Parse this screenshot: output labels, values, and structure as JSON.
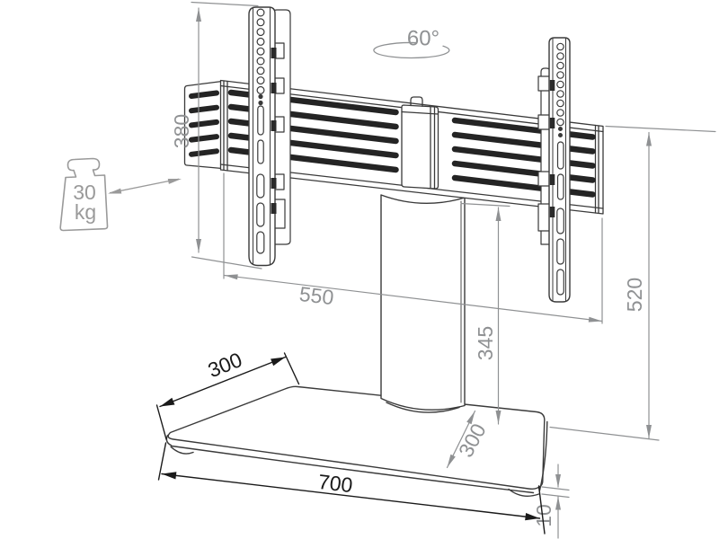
{
  "labels": {
    "swivel_angle": "60°",
    "weight_value": "30",
    "weight_unit": "kg",
    "bracket_height": "380",
    "bar_width": "550",
    "overall_height": "520",
    "column_height": "345",
    "base_side_left": "300",
    "base_side_right": "300",
    "base_width": "700",
    "base_plate_thickness": "10"
  },
  "colors": {
    "background": "#ffffff",
    "drawing_outline": "#3a3a3a",
    "slot_fill": "#242424",
    "dimension_gray": "#8f9193",
    "dimension_black": "#1a1a1a",
    "icon_gray": "#9a9a9a"
  }
}
